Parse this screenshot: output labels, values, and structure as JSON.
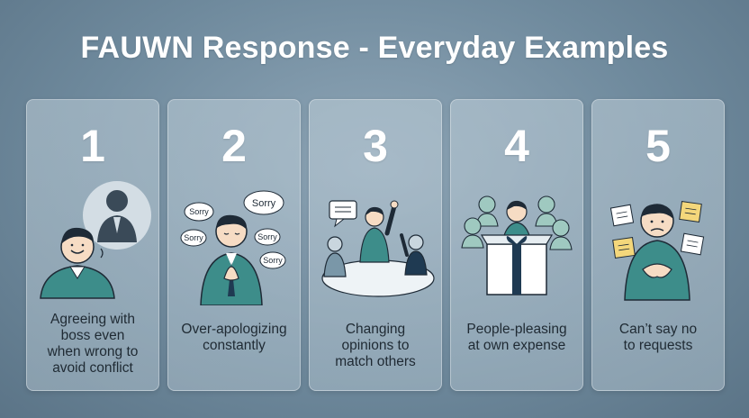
{
  "title": "FAUWN Response - Everyday Examples",
  "cards": [
    {
      "number": "1",
      "caption_lines": [
        "Agreeing with",
        "boss even",
        "when wrong to",
        "avoid conflict"
      ],
      "icon": "person-with-boss-icon"
    },
    {
      "number": "2",
      "caption_lines": [
        "Over-apologizing",
        "constantly"
      ],
      "icon": "apologizing-person-icon",
      "bubbles": [
        "Sorry",
        "Sorry",
        "Sorry",
        "Sorry",
        "Sorry"
      ]
    },
    {
      "number": "3",
      "caption_lines": [
        "Changing",
        "opinions to",
        "match others"
      ],
      "icon": "group-meeting-icon"
    },
    {
      "number": "4",
      "caption_lines": [
        "People-pleasing",
        "at own expense"
      ],
      "icon": "person-with-gift-icon"
    },
    {
      "number": "5",
      "caption_lines": [
        "Can’t say no",
        "to requests"
      ],
      "icon": "overwhelmed-person-icon"
    }
  ],
  "colors": {
    "teal": "#3d8d8a",
    "navy": "#1f3a52",
    "skin": "#f6dcc4",
    "hair": "#1e2a36"
  }
}
